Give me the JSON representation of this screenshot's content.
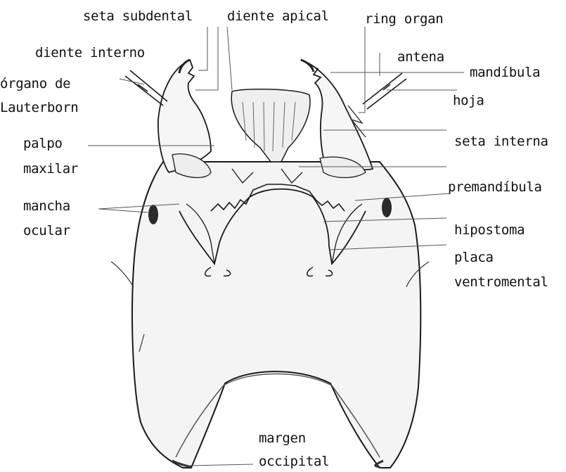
{
  "labels": {
    "seta_subdental": "seta subdental",
    "diente_apical": "diente apical",
    "ring_organ": "ring organ",
    "diente_interno": "diente interno",
    "antena": "antena",
    "mandibula": "mandíbula",
    "organo_de_1": "órgano de",
    "organo_de_2": "Lauterborn",
    "hoja": "hoja",
    "palpo_1": "palpo",
    "palpo_2": "maxilar",
    "seta_interna": "seta interna",
    "premandibula": "premandíbula",
    "mancha_1": "mancha",
    "mancha_2": "ocular",
    "hipostoma": "hipostoma",
    "placa_1": "placa",
    "placa_2": "ventromental",
    "margen_1": "margen",
    "margen_2": "occipital"
  },
  "colors": {
    "ink": "#1a1a1a",
    "fill": "#f2f2f2",
    "dark_fill": "#3a3a3a"
  }
}
